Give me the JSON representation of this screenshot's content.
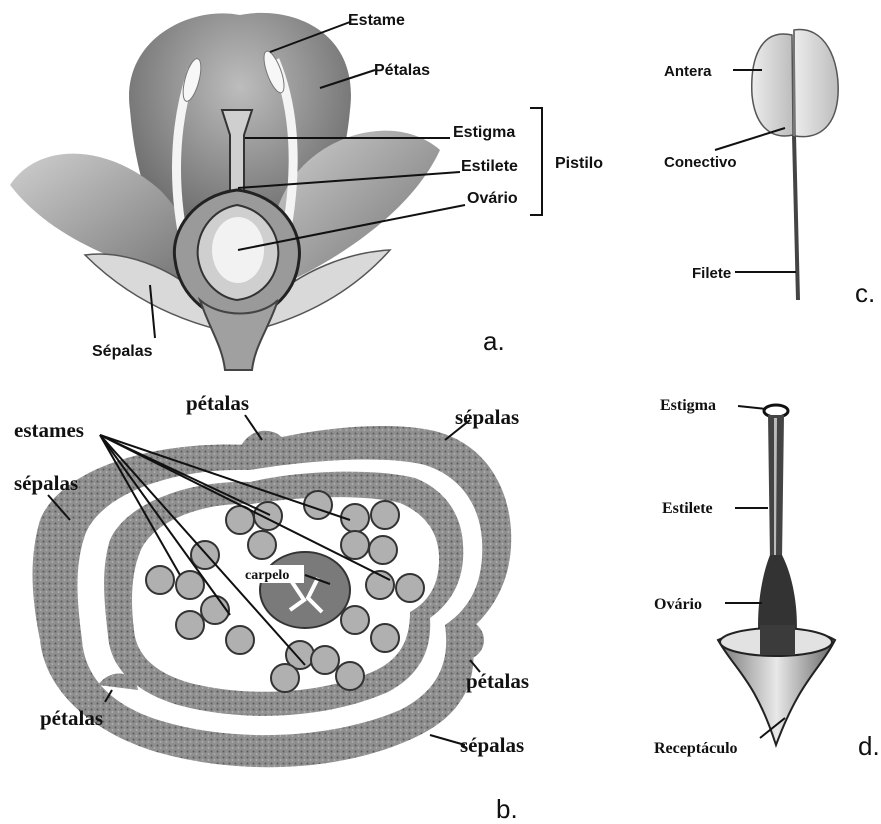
{
  "panel_a": {
    "letter": "a.",
    "labels": {
      "estame": "Estame",
      "petalas": "Pétalas",
      "estigma": "Estigma",
      "estilete": "Estilete",
      "ovario": "Ovário",
      "pistilo": "Pistilo",
      "sepalas": "Sépalas"
    }
  },
  "panel_b": {
    "letter": "b.",
    "labels": {
      "estames": "estames",
      "petalas_top": "pétalas",
      "sepalas_top_right": "sépalas",
      "sepalas_left": "sépalas",
      "carpelo": "carpelo",
      "petalas_right": "pétalas",
      "petalas_left": "pétalas",
      "sepalas_bottom": "sépalas"
    }
  },
  "panel_c": {
    "letter": "c.",
    "labels": {
      "antera": "Antera",
      "conectivo": "Conectivo",
      "filete": "Filete"
    }
  },
  "panel_d": {
    "letter": "d.",
    "labels": {
      "estigma": "Estigma",
      "estilete": "Estilete",
      "ovario": "Ovário",
      "receptaculo": "Receptáculo"
    }
  },
  "colors": {
    "petal_dark": "#6a6a6a",
    "petal_mid": "#9a9a9a",
    "petal_light": "#cfcfcf",
    "tissue": "#8c8c8c",
    "ink": "#111111"
  }
}
